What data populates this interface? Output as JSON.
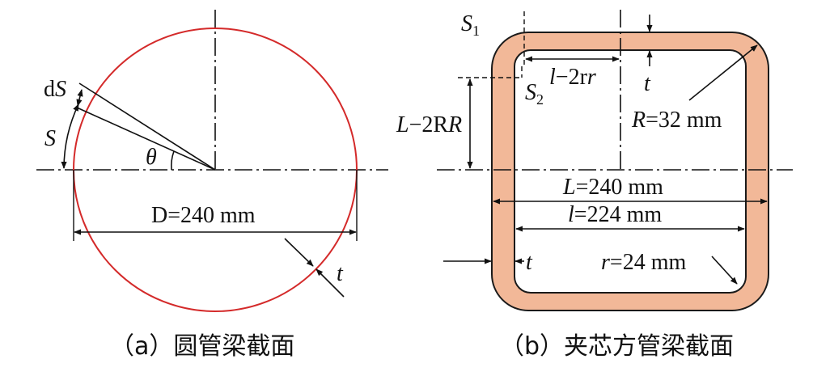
{
  "figure_a": {
    "caption": "（a）圆管梁截面",
    "diameter_label": "D=240 mm",
    "labels": {
      "ds_d": "d",
      "ds_s": "S",
      "s": "S",
      "theta": "θ",
      "t": "t"
    },
    "colors": {
      "circle": "#d42a2a"
    }
  },
  "figure_b": {
    "caption": "（b）夹芯方管梁截面",
    "labels": {
      "s1": "S",
      "s1_sub": "1",
      "s2": "S",
      "s2_sub": "2",
      "l_minus": "l",
      "l_minus_rest": "−2r",
      "L_minus": "L",
      "L_minus_rest": "−2R",
      "t_top": "t",
      "t_left": "t",
      "R_label": "R",
      "R_rest": "=32 mm",
      "L_label": "L",
      "L_rest": "=240 mm",
      "l_label": "l",
      "l_rest": "=224 mm",
      "r_label": "r",
      "r_rest": "=24 mm"
    },
    "colors": {
      "fill": "#f2b898",
      "stroke": "#1a1a1a"
    }
  }
}
